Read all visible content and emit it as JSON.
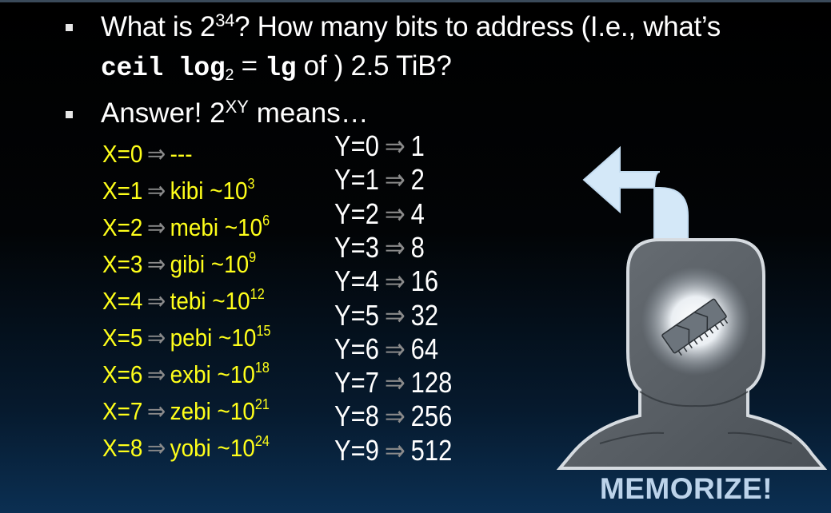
{
  "question": {
    "line1_prefix": "What is 2",
    "line1_sup": "34",
    "line1_suffix": "? How many bits to address (I.e., what’s",
    "line2_code_ceil": "ceil",
    "line2_code_log": "log",
    "line2_sub": "2",
    "line2_eq": "=",
    "line2_code_lg": "lg",
    "line2_suffix": " of ) 2.5 TiB?"
  },
  "answer": {
    "prefix": "Answer! 2",
    "sup": "XY",
    "suffix": " means…"
  },
  "arrow_glyph": "⇒",
  "x_rows": [
    {
      "label": "X=0",
      "text": "---",
      "exp": ""
    },
    {
      "label": "X=1",
      "text": "kibi ~10",
      "exp": "3"
    },
    {
      "label": "X=2",
      "text": "mebi ~10",
      "exp": "6"
    },
    {
      "label": "X=3",
      "text": "gibi ~10",
      "exp": "9"
    },
    {
      "label": "X=4",
      "text": "tebi ~10",
      "exp": "12"
    },
    {
      "label": "X=5",
      "text": "pebi ~10",
      "exp": "15"
    },
    {
      "label": "X=6",
      "text": "exbi ~10",
      "exp": "18"
    },
    {
      "label": "X=7",
      "text": "zebi ~10",
      "exp": "21"
    },
    {
      "label": "X=8",
      "text": "yobi ~10",
      "exp": "24"
    }
  ],
  "y_rows": [
    {
      "label": "Y=0",
      "value": "1"
    },
    {
      "label": "Y=1",
      "value": "2"
    },
    {
      "label": "Y=2",
      "value": "4"
    },
    {
      "label": "Y=3",
      "value": "8"
    },
    {
      "label": "Y=4",
      "value": "16"
    },
    {
      "label": "Y=5",
      "value": "32"
    },
    {
      "label": "Y=6",
      "value": "64"
    },
    {
      "label": "Y=7",
      "value": "128"
    },
    {
      "label": "Y=8",
      "value": "256"
    },
    {
      "label": "Y=9",
      "value": "512"
    }
  ],
  "graphic": {
    "icons": [
      "curved-arrow-icon",
      "head-silhouette-icon",
      "memory-chip-icon"
    ]
  },
  "memorize_label": "MEMORIZE!",
  "colors": {
    "yellow_text": "#ffff1a",
    "white_text": "#ffffff",
    "arrow_gray": "#8a8a8a",
    "memorize": "#bcd3ea",
    "arrow_fill": "#d4e8f8",
    "head_fill": "#5a6066"
  }
}
